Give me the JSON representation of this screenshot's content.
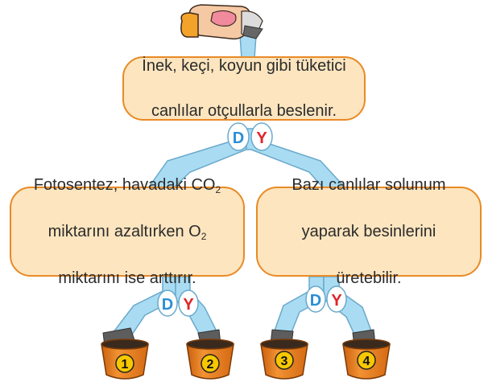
{
  "colors": {
    "box_fill": "#fce5bf",
    "box_border": "#e98a26",
    "pipe_fill": "#a9dcf2",
    "pipe_stroke": "#6aa9cc",
    "true_label": "#2a8fd6",
    "false_label": "#e0242a",
    "pot": "#e37b1c",
    "number_badge": "#f7c800"
  },
  "boxes": {
    "top": {
      "line1": "İnek, keçi, koyun gibi tüketici",
      "line2": "canlılar otçullarla beslenir."
    },
    "left": {
      "line1_pre": "Fotosentez; havadaki CO",
      "line1_sub": "2",
      "line2_pre": "miktarını azaltırken O",
      "line2_sub": "2",
      "line3": "miktarını ise arttırır."
    },
    "right": {
      "line1": "Bazı canlılar solunum",
      "line2": "yaparak besinlerini",
      "line3": "üretebilir."
    }
  },
  "branch_labels": {
    "true": "D",
    "false": "Y"
  },
  "pots": [
    "1",
    "2",
    "3",
    "4"
  ],
  "icons": [
    "hand-pouring-icon"
  ]
}
